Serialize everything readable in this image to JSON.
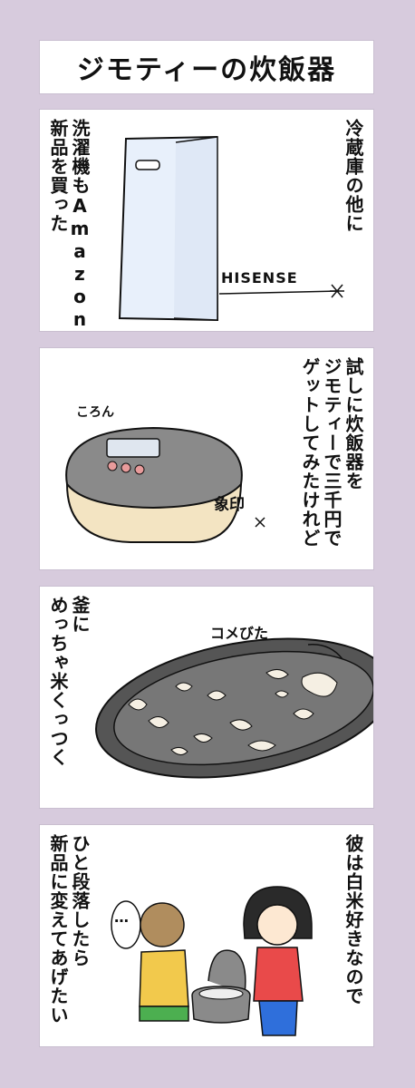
{
  "title": "ジモティーの炊飯器",
  "panels": [
    {
      "right_text": "冷蔵庫の他に",
      "left_text": "洗濯機もAmazonで\n新品を買った",
      "label": "HISENSE"
    },
    {
      "right_text": "試しに炊飯器を\nジモティーで三千円で\nゲットしてみたけれど",
      "label_top": "ころん",
      "label": "象印"
    },
    {
      "left_text": "釜に\nめっちゃ米くっつく",
      "label": "コメびた"
    },
    {
      "right_text": "彼は白米好きなので",
      "left_text": "ひと段落したら\n新品に変えてあげたい",
      "bubble": "…"
    }
  ],
  "colors": {
    "background": "#d7cbdd",
    "panel": "#ffffff",
    "washer": "#e8f0fb",
    "cooker_body": "#8a8a8a",
    "cooker_base": "#f3e4c2",
    "man_shirt": "#f2c94c",
    "man_pants": "#4caf50",
    "woman_shirt": "#e94a4a",
    "woman_pants": "#2f6fdb"
  }
}
